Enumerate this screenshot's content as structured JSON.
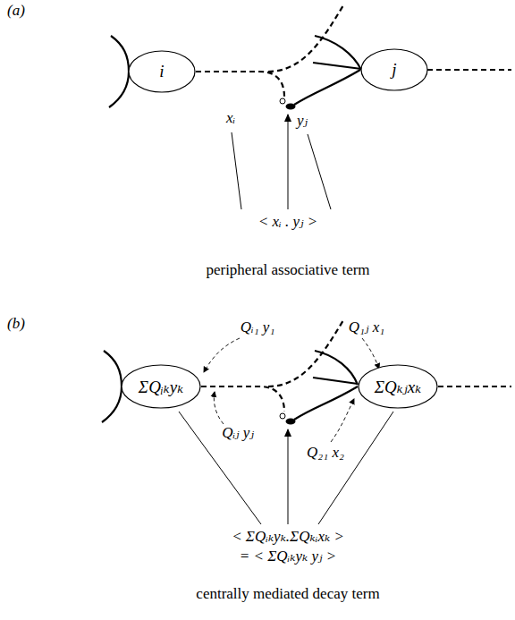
{
  "diagram": {
    "nodes": [
      {
        "text": [
          "i"
        ]
      },
      {
        "text": [
          "j"
        ]
      },
      {
        "text": [
          "ΣQᵢₖyₖ"
        ]
      },
      {
        "text": [
          "ΣQₖⱼxₖ"
        ]
      }
    ],
    "edges": [
      {
        "from": 0,
        "to": 1,
        "arrow": "none"
      },
      {
        "from": 2,
        "to": 3,
        "arrow": "none"
      }
    ],
    "labels": [
      "(a)",
      "xᵢ",
      "yⱼ",
      "< xᵢ . yⱼ >",
      "peripheral associative term",
      "(b)",
      "Qᵢ₁ y₁",
      "Q₁ⱼ x₁",
      "Qᵢⱼ yⱼ",
      "Q₂₁ x₂",
      "< ΣQᵢₖyₖ.ΣQₖᵢxₖ >",
      "= < ΣQᵢₖyₖ yⱼ >",
      "centrally mediated decay term"
    ]
  }
}
